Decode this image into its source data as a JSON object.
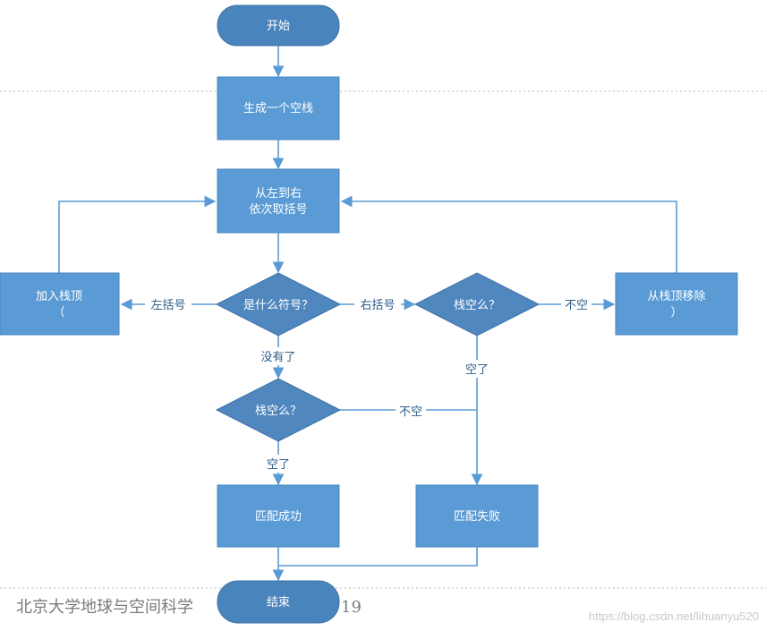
{
  "colors": {
    "node_fill": "#5b9bd5",
    "terminal_fill": "#4a84bd",
    "decision_fill": "#4f87be",
    "edge": "#5b9bd5",
    "edge_label": "#2e5d8a"
  },
  "nodes": {
    "start": "开始",
    "create_stack": "生成一个空栈",
    "read_line1": "从左到右",
    "read_line2": "依次取括号",
    "what_symbol": "是什么符号？",
    "push_line1": "加入栈顶",
    "push_line2": "（",
    "stack_empty_right": "栈空么？",
    "pop_line1": "从栈顶移除",
    "pop_line2": "）",
    "stack_empty_bottom": "栈空么？",
    "match_success": "匹配成功",
    "match_fail": "匹配失败",
    "end": "结束"
  },
  "edge_labels": {
    "left_bracket": "左括号",
    "right_bracket": "右括号",
    "none_left": "没有了",
    "not_empty_right": "不空",
    "empty_right": "空了",
    "not_empty_bottom": "不空",
    "empty_bottom": "空了"
  },
  "footer": {
    "institution": "北京大学地球与空间科学",
    "page_suffix": "19"
  },
  "watermark": "https://blog.csdn.net/lihuanyu520"
}
